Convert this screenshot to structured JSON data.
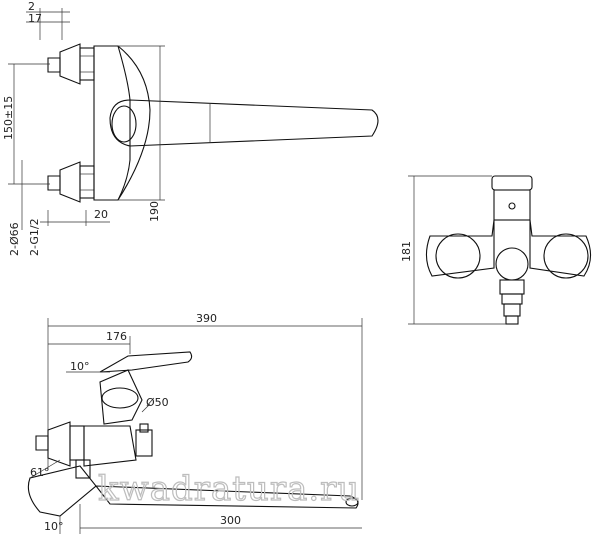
{
  "dimensions": {
    "top_2": "2",
    "top_17": "17",
    "center_distance": "150±15",
    "pipe_diameter": "2-Ø66",
    "thread": "2-G1/2",
    "width_20": "20",
    "height_190": "190",
    "height_181": "181",
    "total_length": "390",
    "spout_offset": "176",
    "angle_lever": "10°",
    "handle_diameter": "Ø50",
    "spout_reach": "300",
    "angle_spout": "10°",
    "angle_61": "61°"
  },
  "watermark": "kwadratura.ru"
}
